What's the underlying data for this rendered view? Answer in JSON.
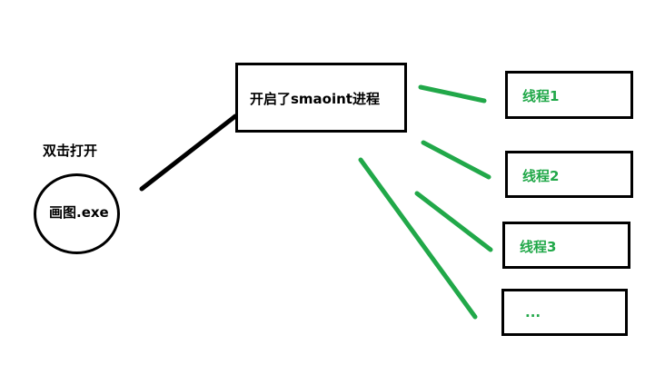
{
  "diagram": {
    "trigger_label": "双击打开",
    "program_label": "画图.exe",
    "process_label": "开启了smaoint进程",
    "threads": [
      {
        "label": "线程1"
      },
      {
        "label": "线程2"
      },
      {
        "label": "线程3"
      },
      {
        "label": "..."
      }
    ],
    "colors": {
      "outline": "#000000",
      "thread_text": "#21a849",
      "thread_connector": "#21a849",
      "background": "#ffffff"
    }
  }
}
